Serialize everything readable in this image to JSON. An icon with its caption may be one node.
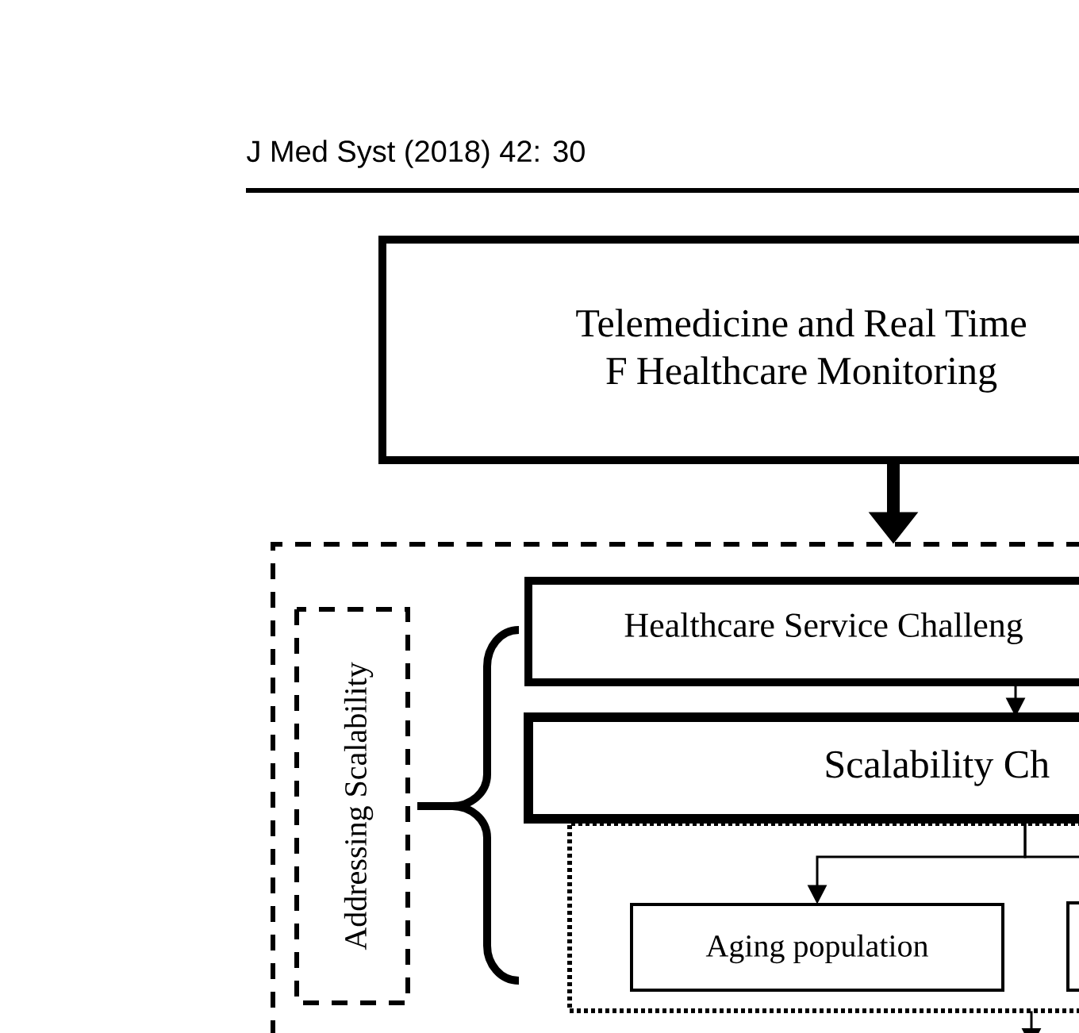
{
  "diagram": {
    "nodes": [
      {
        "text": [
          "Telemedicine and Real Time F Healthcare Monitoring"
        ]
      },
      {
        "text": [],
        "shape": "box"
      },
      {
        "text": [
          "Addressing Scalability"
        ],
        "in": 1
      },
      {
        "text": [
          "Healthcare Service Challeng"
        ],
        "in": 1
      },
      {
        "text": [
          "Scalability Ch"
        ],
        "in": 1
      },
      {
        "text": [],
        "shape": "box",
        "in": 1
      },
      {
        "text": [
          "Aging population"
        ],
        "in": 5
      },
      {
        "text": [],
        "shape": "box",
        "in": 5
      }
    ],
    "edges": [
      {
        "from": 0,
        "to": 1,
        "arrow": "to",
        "style": "thick"
      },
      {
        "from": 3,
        "to": 4,
        "arrow": "to"
      },
      {
        "from": 4,
        "to": 6,
        "arrow": "to"
      },
      {
        "from": 4,
        "to": 7,
        "arrow": "none"
      },
      {
        "from": 5,
        "to": null,
        "arrow": "to"
      }
    ],
    "labels": [
      "J Med Syst (2018) 42: 30"
    ]
  }
}
